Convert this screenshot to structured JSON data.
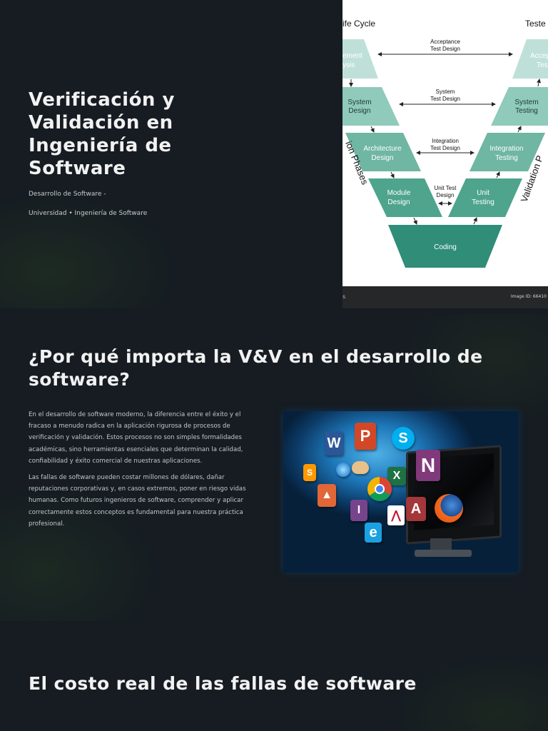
{
  "slide1": {
    "title": "Verificación y Validación en Ingeniería de Software",
    "subtitle1": "Desarrollo de Software -",
    "subtitle2": "Universidad • Ingeniería de Software"
  },
  "vmodel": {
    "left_title": "ife Cycle",
    "right_title": "Teste",
    "left_phase_label": "ion Phases",
    "right_phase_label": "Validation P",
    "blocks_left": [
      {
        "line1": "ement",
        "line2": "ysis"
      },
      {
        "line1": "System",
        "line2": "Design"
      },
      {
        "line1": "Architecture",
        "line2": "Design"
      },
      {
        "line1": "Module",
        "line2": "Design"
      }
    ],
    "blocks_right": [
      {
        "line1": "Accep",
        "line2": "Tes"
      },
      {
        "line1": "System",
        "line2": "Testing"
      },
      {
        "line1": "Integration",
        "line2": "Testing"
      },
      {
        "line1": "Unit",
        "line2": "Testing"
      }
    ],
    "coding": "Coding",
    "links": [
      {
        "line1": "Acceptance",
        "line2": "Test Design"
      },
      {
        "line1": "System",
        "line2": "Test Design"
      },
      {
        "line1": "Integration",
        "line2": "Test Design"
      },
      {
        "line1": "Unit Test",
        "line2": "Design"
      }
    ],
    "footer_left": "s",
    "image_id": "Image ID: 66410",
    "colors": {
      "light": "#9ccfc3",
      "mid": "#5ea896",
      "dark": "#2f8d78"
    }
  },
  "slide2": {
    "heading": "¿Por qué importa la V&V en el desarrollo de software?",
    "paragraph1": "En el desarrollo de software moderno, la diferencia entre el éxito y el fracaso a menudo radica en la aplicación rigurosa de procesos de verificación y validación. Estos procesos no son simples formalidades académicas, sino herramientas esenciales que determinan la calidad, confiabilidad y éxito comercial de nuestras aplicaciones.",
    "paragraph2": "Las fallas de software pueden costar millones de dólares, dañar reputaciones corporativas y, en casos extremos, poner en riesgo vidas humanas. Como futuros ingenieros de software, comprender y aplicar correctamente estos conceptos es fundamental para nuestra práctica profesional.",
    "app_icons": [
      {
        "name": "word-icon",
        "glyph": "W",
        "color": "#2b5797"
      },
      {
        "name": "powerpoint-icon",
        "glyph": "P",
        "color": "#d24726"
      },
      {
        "name": "skype-icon",
        "glyph": "S",
        "color": "#00aff0"
      },
      {
        "name": "onenote-icon",
        "glyph": "N",
        "color": "#80397b"
      },
      {
        "name": "excel-icon",
        "glyph": "X",
        "color": "#1e7145"
      },
      {
        "name": "access-icon",
        "glyph": "A",
        "color": "#a4373a"
      },
      {
        "name": "infopath-icon",
        "glyph": "I",
        "color": "#77448b"
      },
      {
        "name": "internet-explorer-icon",
        "glyph": "e",
        "color": "#1ba1e2"
      },
      {
        "name": "sublime-icon",
        "glyph": "S",
        "color": "#ff9800"
      },
      {
        "name": "matlab-icon",
        "glyph": "▲",
        "color": "#e16737"
      }
    ]
  },
  "slide3": {
    "heading": "El costo real de las fallas de software"
  }
}
